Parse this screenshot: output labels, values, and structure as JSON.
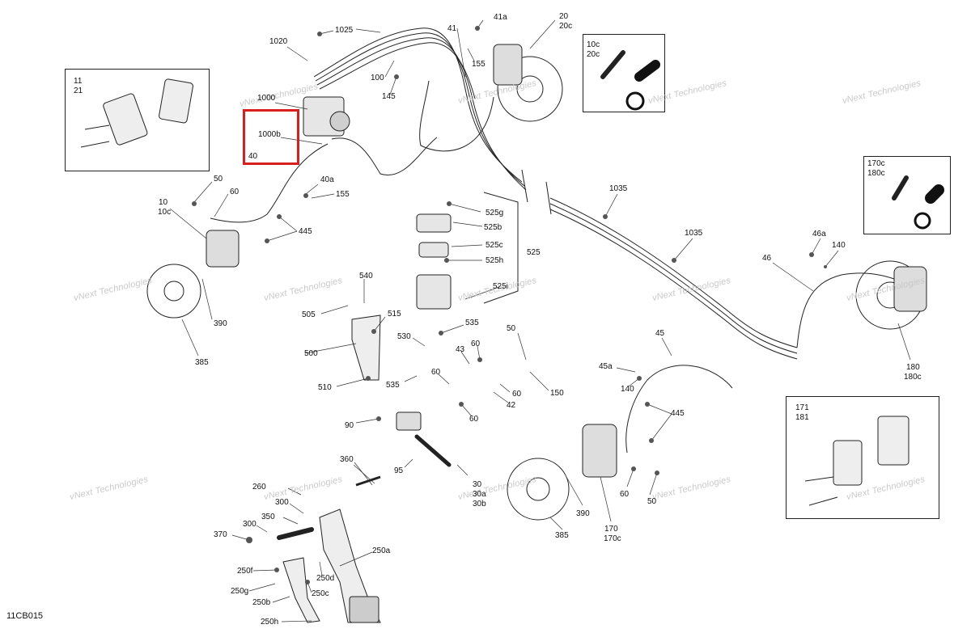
{
  "figure_id": "11CB015",
  "watermark": "vNext Technologies",
  "highlight_color": "#d81e1e",
  "callouts": {
    "c1025": "1025",
    "c1020": "1020",
    "c1000": "1000",
    "c1000b": "1000b",
    "c40": "40",
    "c41": "41",
    "c41a": "41a",
    "c155a": "155",
    "c100": "100",
    "c145": "145",
    "c20": "20",
    "c20c": "20c",
    "c11": "11",
    "c21": "21",
    "c10c_inset": "10c",
    "c20c_inset": "20c",
    "c170c_inset": "170c",
    "c180c_inset": "180c",
    "c50a": "50",
    "c60a": "60",
    "c10": "10",
    "c10c": "10c",
    "c40a": "40a",
    "c155b": "155",
    "c445a": "445",
    "c390a": "390",
    "c385a": "385",
    "c525g": "525g",
    "c525b": "525b",
    "c525c": "525c",
    "c525h": "525h",
    "c525": "525",
    "c5251": "525i",
    "c540": "540",
    "c505": "505",
    "c515": "515",
    "c500": "500",
    "c510": "510",
    "c530": "530",
    "c535a": "535",
    "c535b": "535",
    "c60b": "60",
    "c43": "43",
    "c50b": "50",
    "c60c": "60",
    "c60d": "60",
    "c60e": "60",
    "c42": "42",
    "c150": "150",
    "c90": "90",
    "c95": "95",
    "c1035a": "1035",
    "c1035b": "1035",
    "c46a": "46a",
    "c140a": "140",
    "c46": "46",
    "c180": "180",
    "c180c": "180c",
    "c45": "45",
    "c45a": "45a",
    "c140b": "140",
    "c445b": "445",
    "c171": "171",
    "c181": "181",
    "c390b": "390",
    "c385b": "385",
    "c170": "170",
    "c170c": "170c",
    "c60f": "60",
    "c50c": "50",
    "c360": "360",
    "c30": "30",
    "c30a": "30a",
    "c30b": "30b",
    "c260": "260",
    "c300a": "300",
    "c350": "350",
    "c370": "370",
    "c300b": "300",
    "c250a": "250a",
    "c250f": "250f",
    "c250d": "250d",
    "c250g": "250g",
    "c250c": "250c",
    "c250b": "250b",
    "c250h": "250h"
  }
}
